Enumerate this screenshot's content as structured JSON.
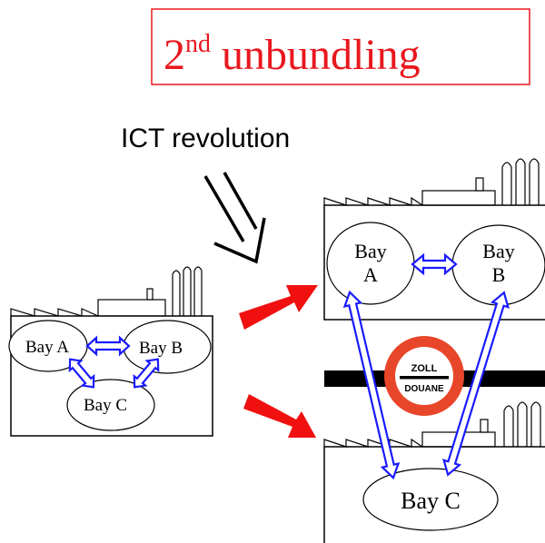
{
  "title": {
    "base": "2",
    "superscript": "nd",
    "rest": " unbundling"
  },
  "driver_label": "ICT revolution",
  "border_sign": {
    "top": "ZOLL",
    "bottom": "DOUANE"
  },
  "before": {
    "bay_a": "Bay A",
    "bay_b": "Bay B",
    "bay_c": "Bay C"
  },
  "after": {
    "top_bay_a_line1": "Bay",
    "top_bay_a_line2": "A",
    "top_bay_b_line1": "Bay",
    "top_bay_b_line2": "B",
    "bottom_bay_c": "Bay C"
  },
  "colors": {
    "title_red": "#e8181e",
    "arrow_red": "#f01010",
    "link_blue": "#1a1aff",
    "sign_orange": "#e8462a",
    "line_black": "#000000"
  }
}
